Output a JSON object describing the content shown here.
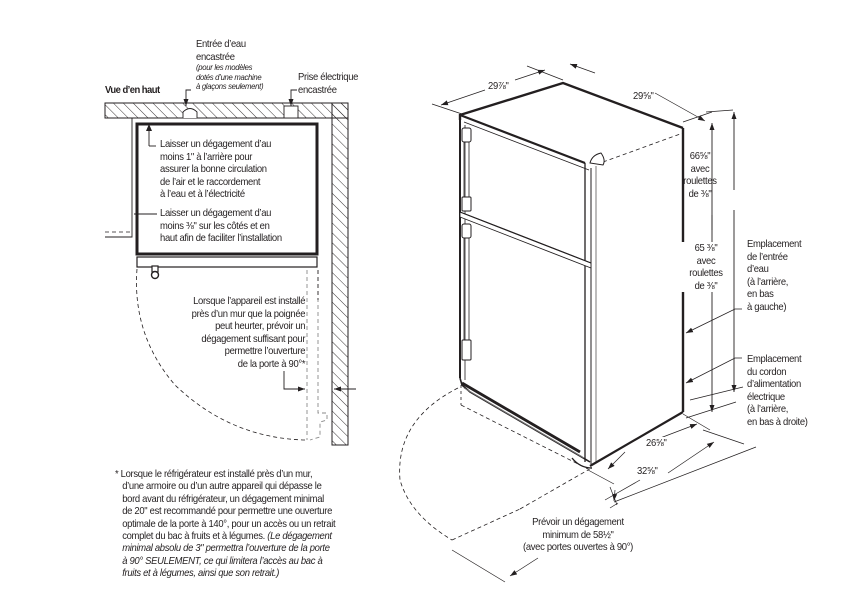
{
  "top_view": {
    "title": "Vue d’en haut",
    "water_inlet": {
      "label_line1": "Entrée d’eau",
      "label_line2": "encastrée",
      "note": [
        "(pour les modèles",
        "dotés d’une machine",
        "à glaçons seulement)"
      ]
    },
    "electrical_outlet": {
      "label_line1": "Prise électrique",
      "label_line2": "encastrée"
    },
    "rear_clearance_note": [
      "Laisser un dégagement d’au",
      "moins 1\" à l’arrière pour",
      "assurer la bonne circulation",
      "de l’air et le raccordement",
      "à l’eau et à l’électricité"
    ],
    "side_clearance_note": [
      "Laisser un dégagement d’au",
      "moins ⅜\" sur les côtés et en",
      "haut afin de faciliter l’installation"
    ],
    "wall_note": [
      "Lorsque l’appareil est installé",
      "près d’un mur que la poignée",
      "peut heurter, prévoir un",
      "dégagement suffisant pour",
      "permettre l’ouverture",
      "de la porte à 90°*"
    ]
  },
  "footnote": {
    "regular": [
      "* Lorsque le réfrigérateur est installé près d’un mur,",
      "d’une armoire ou d’un autre appareil qui dépasse le",
      "bord avant du réfrigérateur, un dégagement minimal",
      "de 20\" est recommandé pour permettre une ouverture",
      "optimale de la porte à 140°, pour un accès ou un retrait",
      "complet du bac à fruits et à légumes."
    ],
    "italic_start": "(Le dégagement",
    "italic": [
      "minimal absolu de 3\" permettra l’ouverture de la porte",
      "à 90° SEULEMENT, ce qui limitera l’accès au bac à",
      "fruits et à légumes, ainsi que son retrait.)"
    ]
  },
  "dimensions": {
    "width": "29⅞\"",
    "depth_top": "29⅝\"",
    "height_total": [
      "66⅝\"",
      "avec",
      "roulettes",
      "de ⅜\""
    ],
    "height_cabinet": [
      "65 ⅜\"",
      "avec",
      "roulettes",
      "de ⅜\""
    ],
    "depth_cabinet": "26⅝\"",
    "depth_with_doors": "32⅝\"",
    "door_clearance": [
      "Prévoir un dégagement",
      "minimum de 58½\"",
      "(avec portes ouvertes à 90°)"
    ]
  },
  "callouts": {
    "water_inlet_location": [
      "Emplacement",
      "de l’entrée",
      "d’eau",
      "(à l’arrière,",
      "en bas",
      "à gauche)"
    ],
    "power_cord_location": [
      "Emplacement",
      "du cordon",
      "d’alimentation",
      "électrique",
      "(à l’arrière,",
      "en bas à droite)"
    ]
  }
}
